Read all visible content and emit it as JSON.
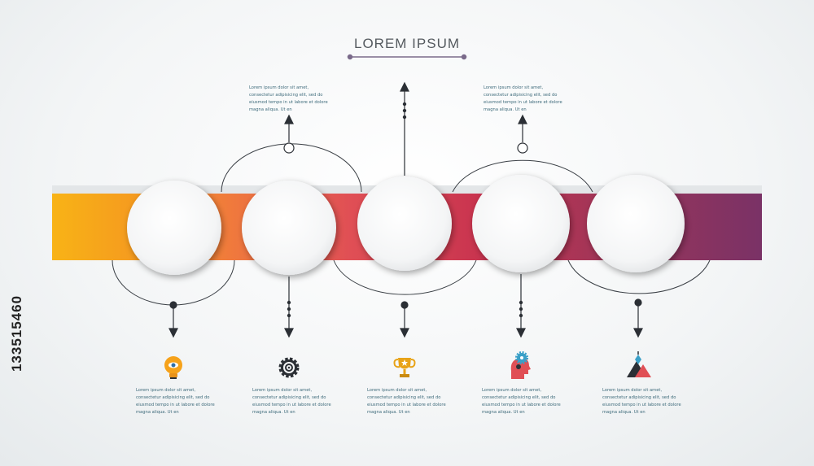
{
  "title": "LOREM IPSUM",
  "stock_id": "133515460",
  "band_colors": [
    "#f8b316",
    "#f07a3c",
    "#e04f55",
    "#c9344f",
    "#9b3559",
    "#7a3266"
  ],
  "top_texts": [
    "Lorem ipsum dolor sit amet, consectetur adipisicing elit, sed do eiusmod tempo in ut labore et dolore magna aliqua. Ut en",
    "Lorem ipsum dolor sit amet, consectetur adipisicing elit, sed do eiusmod tempo in ut labore et dolore magna aliqua. Ut en"
  ],
  "bottom_texts": [
    "Lorem ipsum dolor sit amet, consectetur adipisicing elit, sed do eiusmod tempo in ut labore et dolore magna aliqua. Ut en",
    "Lorem ipsum dolor sit amet, consectetur adipisicing elit, sed do eiusmod tempo in ut labore et dolore magna aliqua. Ut en",
    "Lorem ipsum dolor sit amet, consectetur adipisicing elit, sed do eiusmod tempo in ut labore et dolore magna aliqua. Ut en",
    "Lorem ipsum dolor sit amet, consectetur adipisicing elit, sed do eiusmod tempo in ut labore et dolore magna aliqua. Ut en",
    "Lorem ipsum dolor sit amet, consectetur adipisicing elit, sed do eiusmod tempo in ut labore et dolore magna aliqua. Ut en"
  ],
  "icons": [
    "lightbulb-eye-icon",
    "gear-icon",
    "trophy-icon",
    "head-gear-icon",
    "mountain-peak-icon"
  ],
  "icon_colors": {
    "bulb": "#f6a21a",
    "gear": "#2b2f35",
    "trophy": "#e8a317",
    "head": "#e04f55",
    "head_gear": "#3aa0c8",
    "mountain_dark": "#2b2f35",
    "mountain_red": "#e04f55"
  }
}
